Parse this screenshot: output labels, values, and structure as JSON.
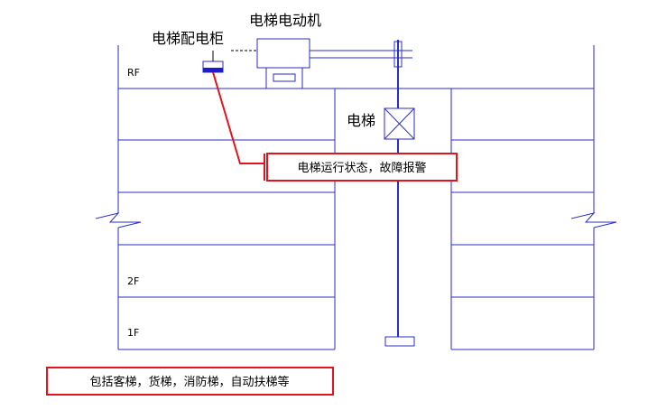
{
  "labels": {
    "distribution_cabinet": "电梯配电柜",
    "elevator_motor": "电梯电动机",
    "elevator": "电梯",
    "floor_rf": "RF",
    "floor_2f": "2F",
    "floor_1f": "1F"
  },
  "callouts": {
    "status_alarm": "电梯运行状态，故障报警",
    "elevator_types": "包括客梯，货梯，消防梯，自动扶梯等"
  },
  "colors": {
    "structure": "#2a2ec8",
    "callout_border": "#e0141e",
    "cabinet_fill": "#1d1bd6",
    "lines": "#000000"
  }
}
